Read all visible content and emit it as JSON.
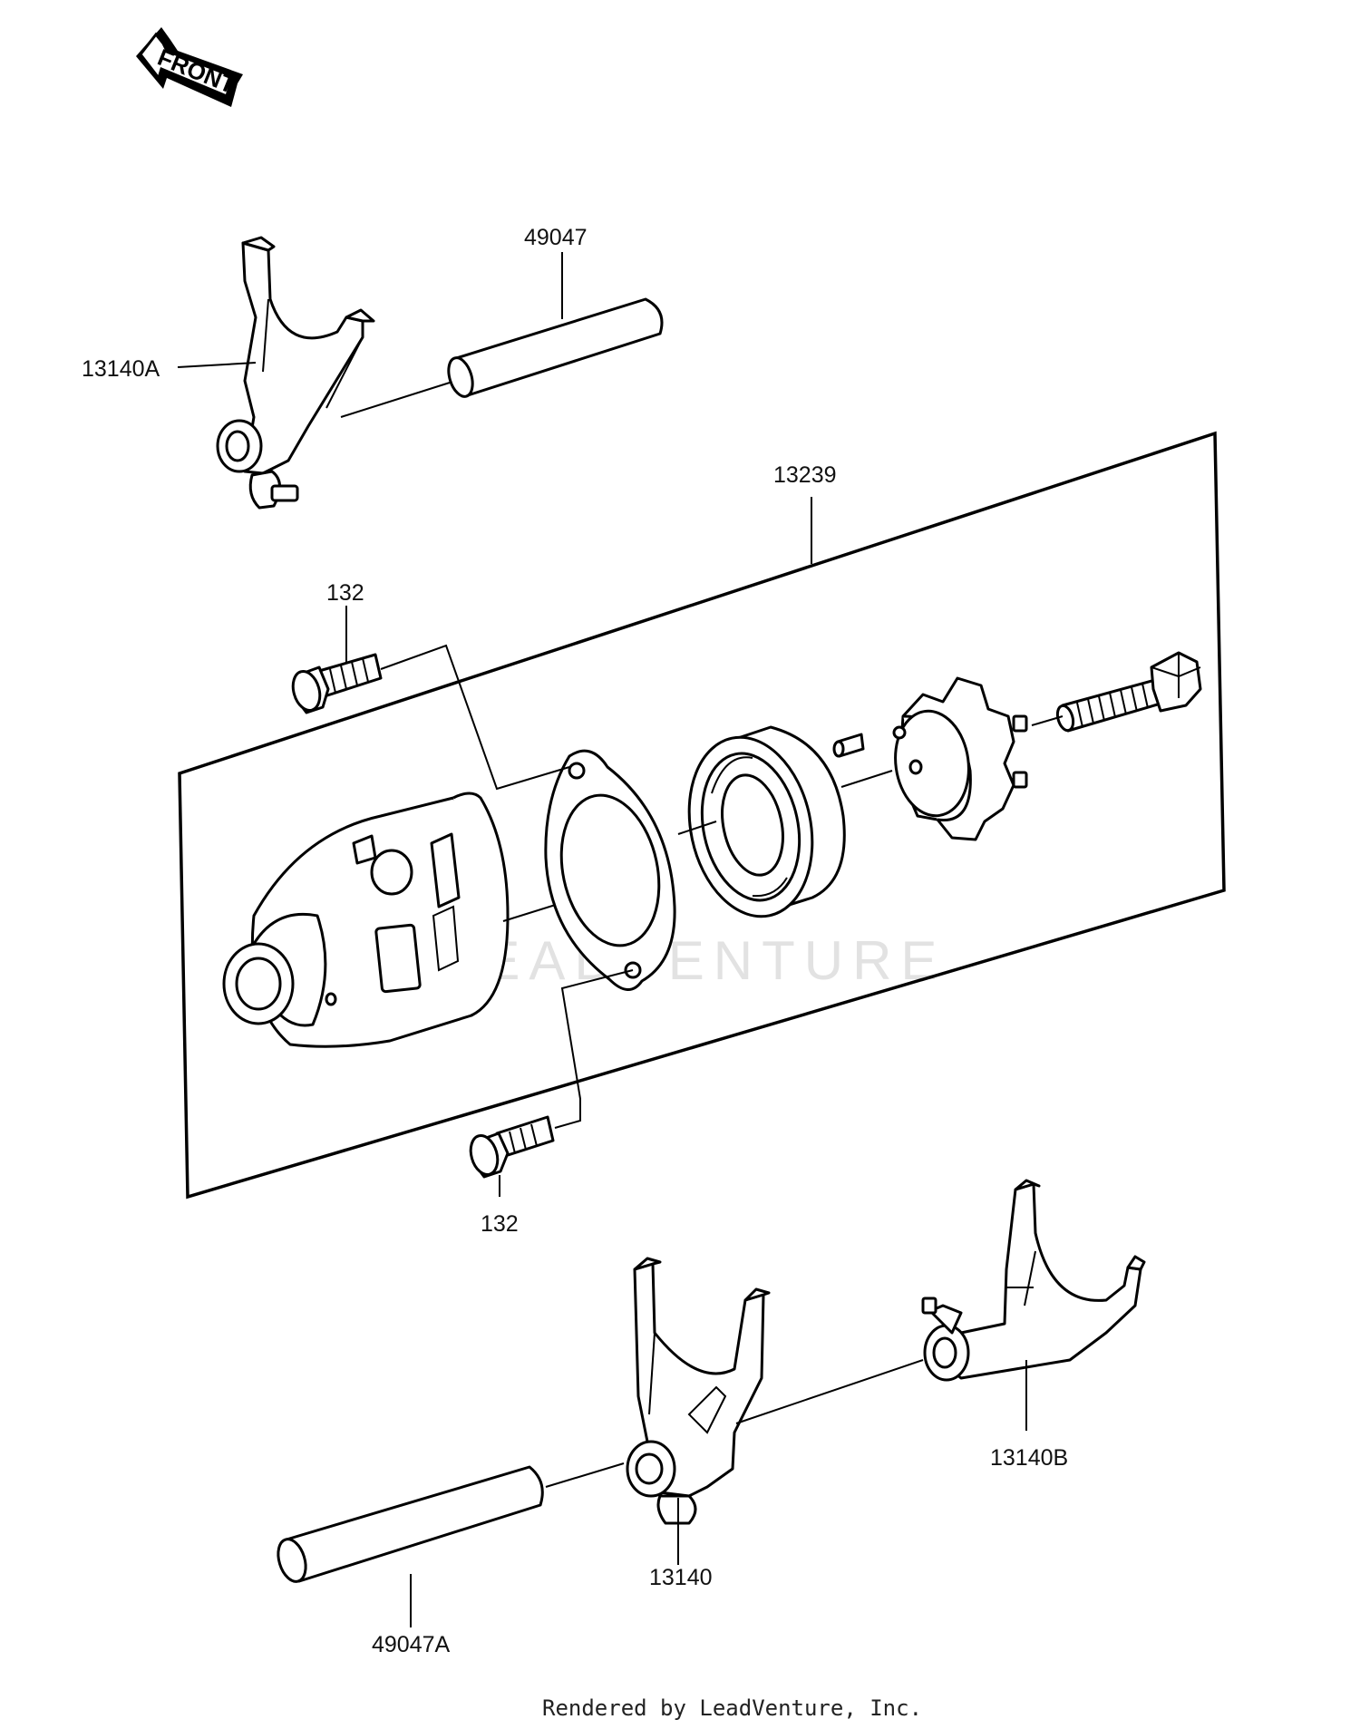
{
  "diagram": {
    "front_marker": "FRONT",
    "watermark": "LEADVENTURE",
    "footer": "Rendered by LeadVenture, Inc.",
    "parts": [
      {
        "id": "p49047",
        "number": "49047",
        "description": "shift rod (upper)"
      },
      {
        "id": "p13140A",
        "number": "13140A",
        "description": "shift fork"
      },
      {
        "id": "p13239",
        "number": "13239",
        "description": "shift drum assembly"
      },
      {
        "id": "p132_top",
        "number": "132",
        "description": "flanged bolt"
      },
      {
        "id": "p132_bottom",
        "number": "132",
        "description": "flanged bolt"
      },
      {
        "id": "p13140",
        "number": "13140",
        "description": "shift fork"
      },
      {
        "id": "p13140B",
        "number": "13140B",
        "description": "shift fork"
      },
      {
        "id": "p49047A",
        "number": "49047A",
        "description": "shift rod (lower)"
      }
    ]
  }
}
